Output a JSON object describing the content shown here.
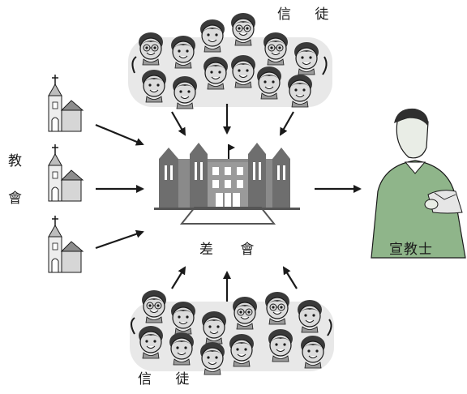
{
  "labels": {
    "believers_top": "信 徒",
    "believers_bottom": "信 徒",
    "churches": "教會",
    "mission_board": "差 會",
    "missionary": "宣教士"
  },
  "colors": {
    "ink": "#1a1a1a",
    "building_gray": "#7f7f7f",
    "building_dark": "#555555",
    "face_gray": "#c9c9c9",
    "hair_dark": "#3a3a3a",
    "missionary_green": "#8fb58a",
    "missionary_skin": "#e9ede6"
  }
}
